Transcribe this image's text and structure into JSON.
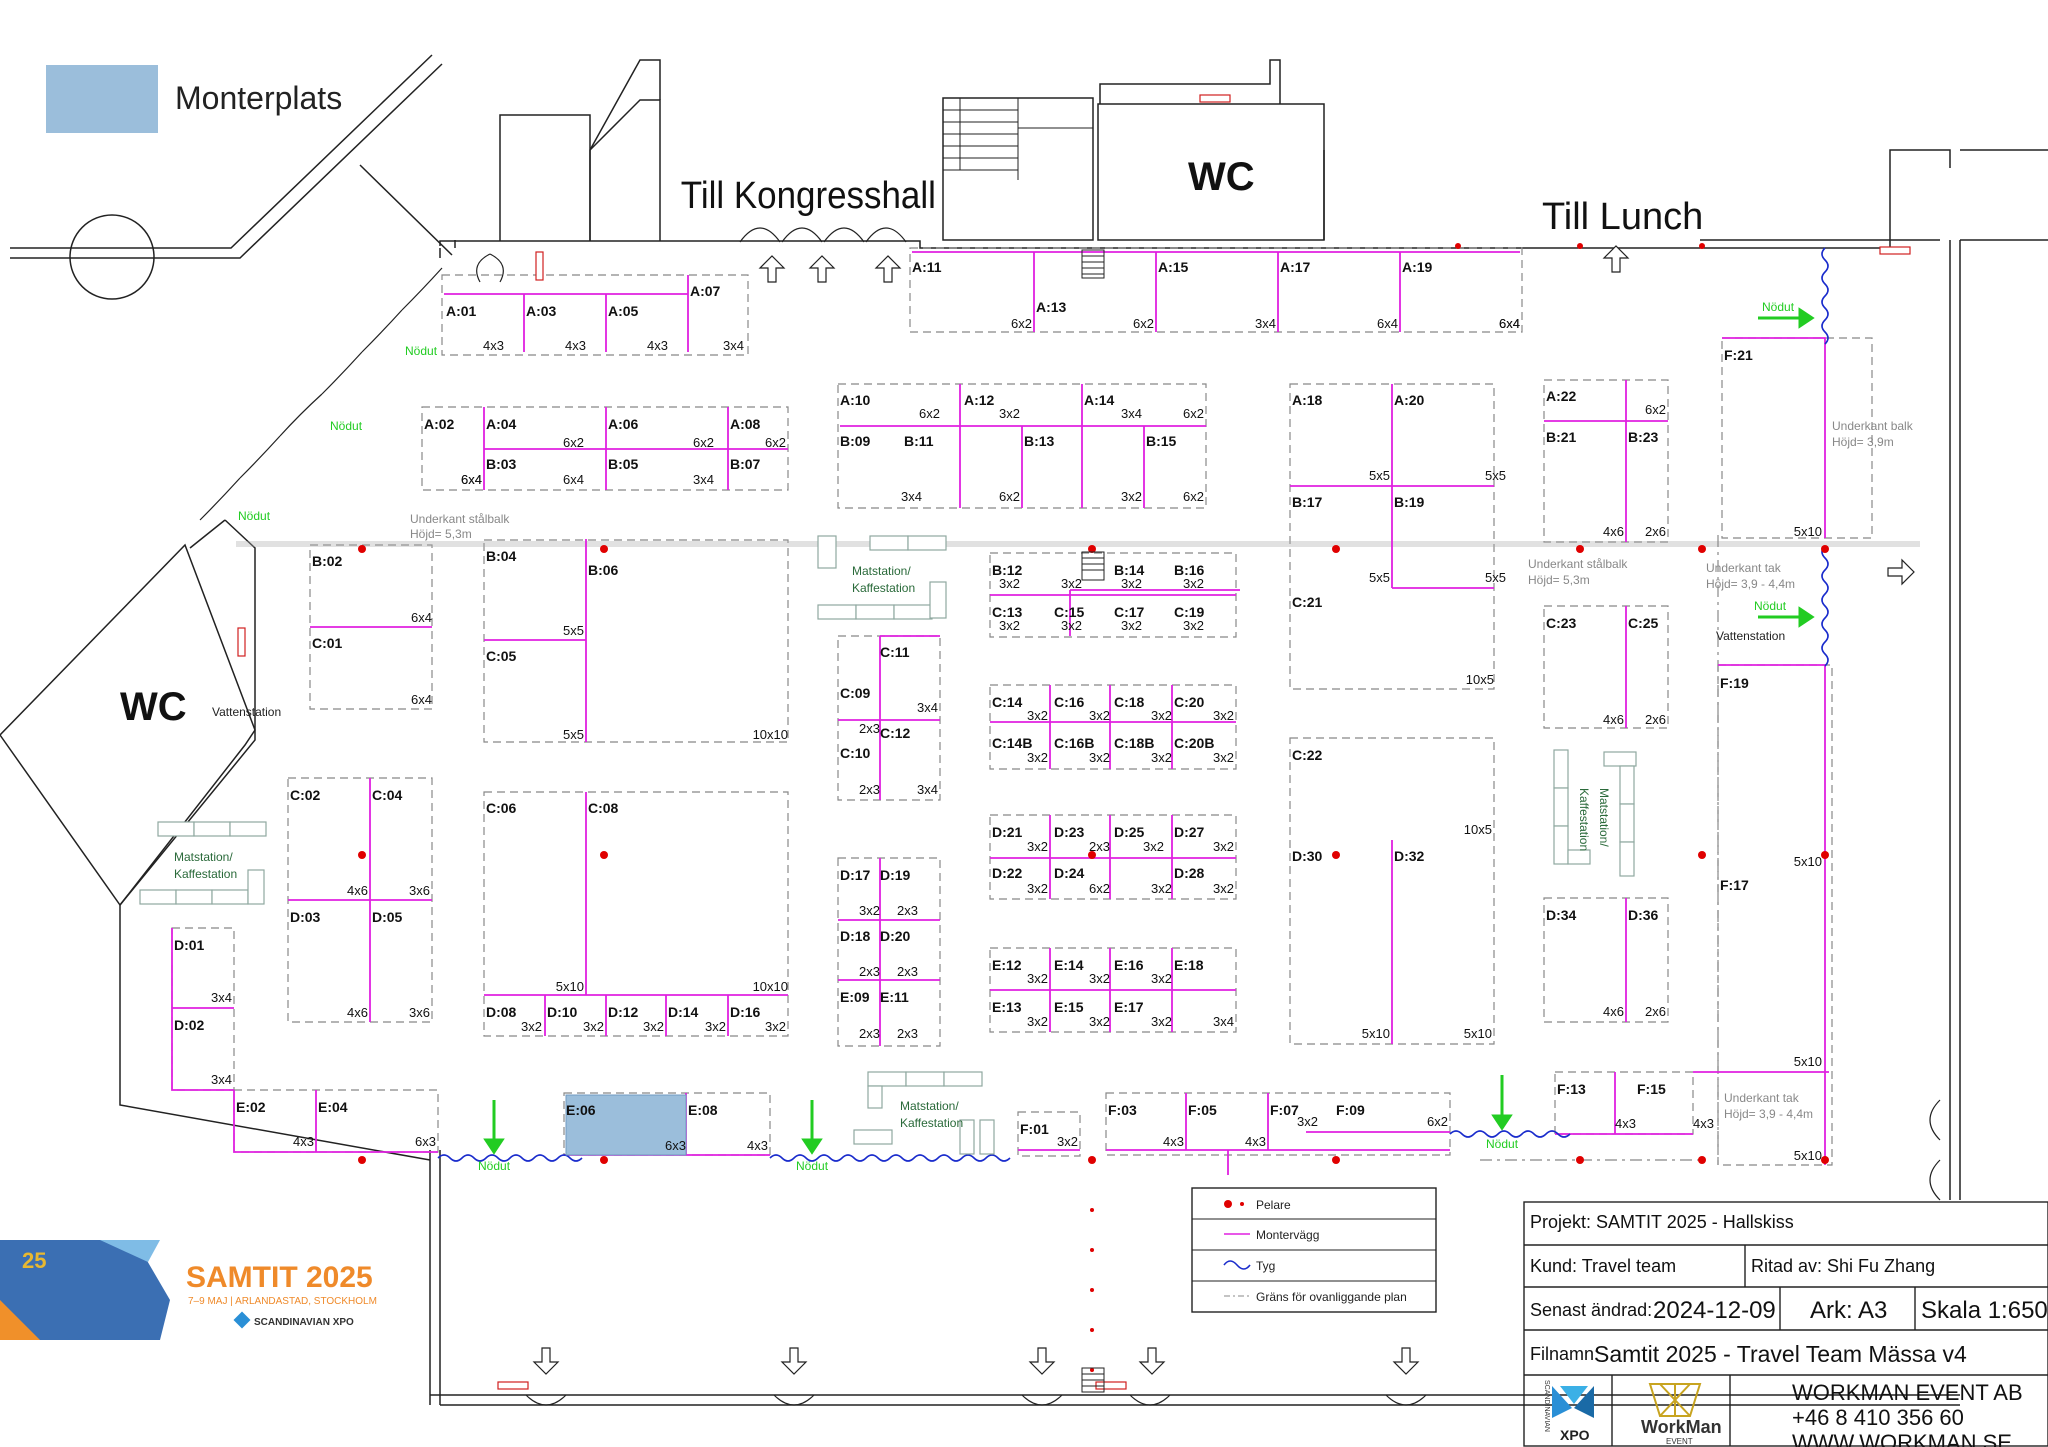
{
  "legend": {
    "swatch_label": "Monterplats",
    "swatch_color": "#9bbedb"
  },
  "headings": {
    "kongress": "Till Kongresshall",
    "lunch": "Till Lunch",
    "wc_top": "WC",
    "wc_left": "WC"
  },
  "colors": {
    "wall": "#e020e0",
    "pillar": "#e00000",
    "exit": "#22cc22",
    "fabric": "#1a2ccc",
    "line": "#222222",
    "dash": "#888888"
  },
  "annotations": [
    "Nödut",
    "Nödut",
    "Nödut",
    "Nödut",
    "Nödut",
    "Nödut",
    "Nödut",
    "Nödut",
    "Vattenstation",
    "Vattenstation",
    "Underkant stålbalk",
    "Höjd= 5,3m",
    "Underkant stålbalk",
    "Höjd= 5,3m",
    "Underkant balk",
    "Höjd= 3,9m",
    "Underkant tak",
    "Höjd= 3,9 - 4,4m",
    "Underkant tak",
    "Höjd= 3,9 - 4,4m",
    "Matstation/",
    "Kaffestation",
    "Matstation/",
    "Kaffestation",
    "Matstation/",
    "Kaffestation",
    "Matstation/",
    "Kaffestation"
  ],
  "stands": [
    "A:01",
    "A:03",
    "A:05",
    "A:07",
    "A:02",
    "A:04",
    "A:06",
    "A:08",
    "B:03",
    "B:05",
    "B:07",
    "A:10",
    "A:12",
    "A:14",
    "B:09",
    "B:11",
    "B:13",
    "B:15",
    "A:11",
    "A:13",
    "A:15",
    "A:17",
    "A:19",
    "A:18",
    "A:20",
    "B:17",
    "B:19",
    "C:21",
    "A:22",
    "B:21",
    "B:23",
    "F:21",
    "B:02",
    "C:01",
    "B:04",
    "B:06",
    "C:05",
    "B:12",
    "B:14",
    "B:16",
    "C:13",
    "C:15",
    "C:17",
    "C:19",
    "C:11",
    "C:09",
    "C:12",
    "C:10",
    "C:14",
    "C:16",
    "C:18",
    "C:20",
    "C:14B",
    "C:16B",
    "C:18B",
    "C:20B",
    "C:23",
    "C:25",
    "F:19",
    "C:02",
    "C:04",
    "D:03",
    "D:05",
    "C:06",
    "C:08",
    "D:08",
    "D:10",
    "D:12",
    "D:14",
    "D:16",
    "D:21",
    "D:23",
    "D:25",
    "D:27",
    "D:22",
    "D:24",
    "D:28",
    "D:17",
    "D:19",
    "D:18",
    "D:20",
    "E:09",
    "E:11",
    "E:12",
    "E:14",
    "E:16",
    "E:18",
    "E:13",
    "E:15",
    "E:17",
    "C:22",
    "D:30",
    "D:32",
    "D:34",
    "D:36",
    "F:17",
    "D:01",
    "D:02",
    "E:02",
    "E:04",
    "E:06",
    "E:08",
    "F:01",
    "F:03",
    "F:05",
    "F:07",
    "F:09",
    "F:13",
    "F:15"
  ],
  "dimensions": [
    "4x3",
    "4x3",
    "4x3",
    "3x4",
    "6x4",
    "6x2",
    "6x2",
    "6x4",
    "6x4",
    "3x4",
    "6x2",
    "6x2",
    "3x2",
    "3x4",
    "6x2",
    "6x2",
    "3x2",
    "6x2",
    "6x2",
    "6x2",
    "3x4",
    "6x4",
    "6x4",
    "3x4",
    "5x5",
    "5x5",
    "5x5",
    "5x5",
    "10x5",
    "6x2",
    "4x6",
    "2x6",
    "5x10",
    "6x4",
    "6x4",
    "5x5",
    "5x5",
    "10x10",
    "3x2",
    "3x2",
    "3x2",
    "3x2",
    "3x2",
    "3x2",
    "3x2",
    "3x2",
    "3x4",
    "2x3",
    "2x3",
    "3x4",
    "3x2",
    "3x2",
    "3x2",
    "3x2",
    "3x2",
    "3x2",
    "3x2",
    "3x2",
    "4x6",
    "2x6",
    "5x10",
    "4x6",
    "3x6",
    "4x6",
    "3x6",
    "5x10",
    "10x10",
    "3x2",
    "3x2",
    "3x2",
    "3x2",
    "3x2",
    "3x2",
    "3x2",
    "3x2",
    "3x2",
    "3x2",
    "6x2",
    "3x2",
    "2x3",
    "2x3",
    "2x3",
    "2x3",
    "2x3",
    "2x3",
    "3x2",
    "3x2",
    "3x2",
    "3x2",
    "3x2",
    "3x2",
    "3x2",
    "3x4",
    "10x5",
    "5x10",
    "5x10",
    "4x6",
    "2x6",
    "5x10",
    "5x10",
    "3x4",
    "3x4",
    "4x3",
    "6x3",
    "6x3",
    "4x3",
    "3x2",
    "4x3",
    "4x3",
    "3x2",
    "6x2",
    "4x3",
    "4x3",
    "6x4"
  ],
  "map_legend": {
    "pillar": "Pelare",
    "wall": "Montervägg",
    "fabric": "Tyg",
    "boundary": "Gräns för ovanliggande plan"
  },
  "logo": {
    "title": "SAMTIT 2025",
    "subtitle": "7–9 MAJ  |  ARLANDASTAD, STOCKHOLM",
    "brand": "SCANDINAVIAN XPO",
    "badge": "25"
  },
  "title_block": {
    "project": "Projekt: SAMTIT 2025 - Hallskiss",
    "customer": "Kund: Travel team",
    "drawn_by": "Ritad av: Shi Fu Zhang",
    "changed_label": "Senast ändrad:",
    "changed_date": "2024-12-09",
    "sheet": "Ark: A3",
    "scale": "Skala 1:650",
    "file_label": "Filnamn:",
    "file_name": "Samtit 2025 - Travel Team Mässa v4",
    "company": "WORKMAN EVENT AB",
    "phone": "+46 8 410 356 60",
    "web": "WWW.WORKMAN.SE",
    "xpo_side": "SCANDINAVIAN",
    "xpo": "XPO",
    "workman": "WorkMan",
    "workman_sub": "EVENT"
  }
}
